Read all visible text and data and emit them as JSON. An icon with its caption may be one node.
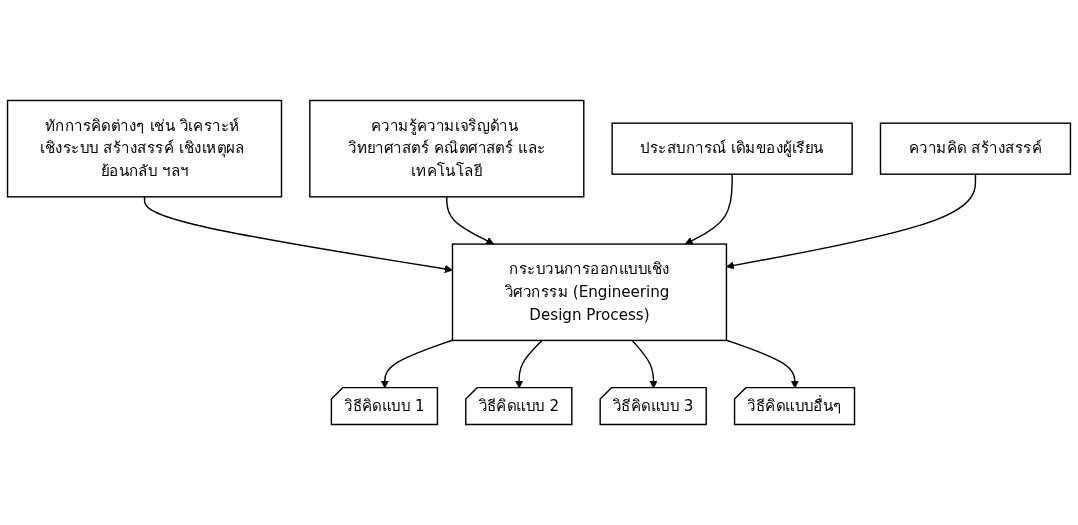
{
  "diagram": {
    "nodes": [
      {
        "text": [
          "ทักการคิดต่างๆ เช่น วิเคราะห์ เชิงระบบ สร้างสรรค์ เชิงเหตุผล ย้อนกลับ ฯลฯ"
        ]
      },
      {
        "text": [
          "ความรู้ความเจริญด้าน วิทยาศาสตร์ คณิตศาสตร์ และเทคโนโลยี"
        ]
      },
      {
        "text": [
          "ประสบการณ์ เดิมของผู้เรียน"
        ]
      },
      {
        "text": [
          "ความคิด สร้างสรรค์"
        ]
      },
      {
        "text": [
          "กระบวนการออกแบบเชิงวิศวกรรม (Engineering Design Process)"
        ]
      },
      {
        "text": [
          "วิธีคิดแบบ 1"
        ]
      },
      {
        "text": [
          "วิธีคิดแบบ 2"
        ]
      },
      {
        "text": [
          "วิธีคิดแบบ 3"
        ]
      },
      {
        "text": [
          "วิธีคิดแบบอื่นๆ"
        ]
      }
    ],
    "edges": [
      {
        "from": 0,
        "to": 4,
        "arrow": "to"
      },
      {
        "from": 1,
        "to": 4,
        "arrow": "to"
      },
      {
        "from": 2,
        "to": 4,
        "arrow": "to"
      },
      {
        "from": 3,
        "to": 4,
        "arrow": "to"
      },
      {
        "from": 4,
        "to": 5,
        "arrow": "to"
      },
      {
        "from": 4,
        "to": 6,
        "arrow": "to"
      },
      {
        "from": 4,
        "to": 7,
        "arrow": "to"
      },
      {
        "from": 4,
        "to": 8,
        "arrow": "to"
      }
    ]
  }
}
